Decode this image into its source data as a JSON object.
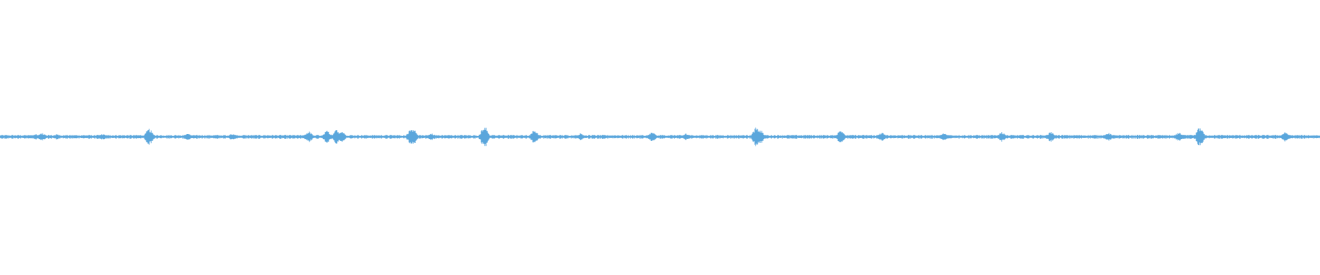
{
  "colors": {
    "background": "#ffffff",
    "waveform": "#5aa6dc"
  },
  "waveform": {
    "description_label": "",
    "baseline_amplitude": 0.012,
    "peaks": [
      {
        "t": 0.027,
        "amp": 0.02
      },
      {
        "t": 0.032,
        "amp": 0.028
      },
      {
        "t": 0.043,
        "amp": 0.02
      },
      {
        "t": 0.078,
        "amp": 0.022
      },
      {
        "t": 0.113,
        "amp": 0.06
      },
      {
        "t": 0.142,
        "amp": 0.026
      },
      {
        "t": 0.176,
        "amp": 0.024
      },
      {
        "t": 0.234,
        "amp": 0.04
      },
      {
        "t": 0.248,
        "amp": 0.045
      },
      {
        "t": 0.255,
        "amp": 0.06
      },
      {
        "t": 0.259,
        "amp": 0.04
      },
      {
        "t": 0.311,
        "amp": 0.05
      },
      {
        "t": 0.313,
        "amp": 0.06
      },
      {
        "t": 0.327,
        "amp": 0.026
      },
      {
        "t": 0.367,
        "amp": 0.08
      },
      {
        "t": 0.405,
        "amp": 0.05
      },
      {
        "t": 0.44,
        "amp": 0.026
      },
      {
        "t": 0.494,
        "amp": 0.035
      },
      {
        "t": 0.52,
        "amp": 0.026
      },
      {
        "t": 0.573,
        "amp": 0.07
      },
      {
        "t": 0.576,
        "amp": 0.05
      },
      {
        "t": 0.637,
        "amp": 0.05
      },
      {
        "t": 0.668,
        "amp": 0.03
      },
      {
        "t": 0.715,
        "amp": 0.026
      },
      {
        "t": 0.759,
        "amp": 0.035
      },
      {
        "t": 0.796,
        "amp": 0.035
      },
      {
        "t": 0.84,
        "amp": 0.028
      },
      {
        "t": 0.893,
        "amp": 0.03
      },
      {
        "t": 0.909,
        "amp": 0.07
      },
      {
        "t": 0.974,
        "amp": 0.035
      }
    ]
  }
}
